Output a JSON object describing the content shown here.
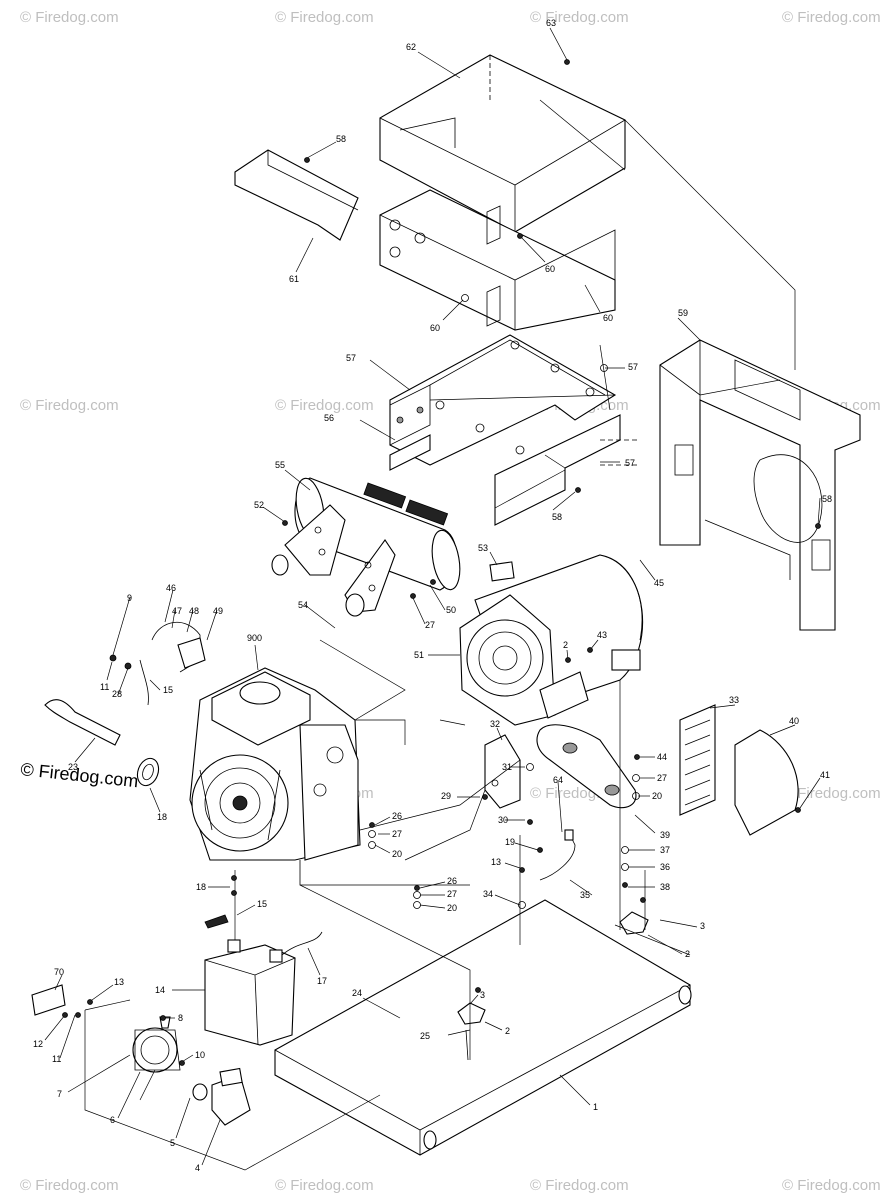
{
  "watermark": {
    "text": "© Firedog.com",
    "primary_text": "© Firedog.com"
  },
  "callouts": [
    {
      "id": "c63",
      "text": "63"
    },
    {
      "id": "c62",
      "text": "62"
    },
    {
      "id": "c58a",
      "text": "58"
    },
    {
      "id": "c61",
      "text": "61"
    },
    {
      "id": "c60a",
      "text": "60"
    },
    {
      "id": "c60b",
      "text": "60"
    },
    {
      "id": "c60c",
      "text": "60"
    },
    {
      "id": "c59",
      "text": "59"
    },
    {
      "id": "c57a",
      "text": "57"
    },
    {
      "id": "c57b",
      "text": "57"
    },
    {
      "id": "c57c",
      "text": "57"
    },
    {
      "id": "c56",
      "text": "56"
    },
    {
      "id": "c58b",
      "text": "58"
    },
    {
      "id": "c58c",
      "text": "58"
    },
    {
      "id": "c55",
      "text": "55"
    },
    {
      "id": "c52",
      "text": "52"
    },
    {
      "id": "c53",
      "text": "53"
    },
    {
      "id": "c45",
      "text": "45"
    },
    {
      "id": "c54",
      "text": "54"
    },
    {
      "id": "c50",
      "text": "50"
    },
    {
      "id": "c27a",
      "text": "27"
    },
    {
      "id": "c46",
      "text": "46"
    },
    {
      "id": "c47",
      "text": "47"
    },
    {
      "id": "c48",
      "text": "48"
    },
    {
      "id": "c49",
      "text": "49"
    },
    {
      "id": "c9",
      "text": "9"
    },
    {
      "id": "c900",
      "text": "900"
    },
    {
      "id": "c51",
      "text": "51"
    },
    {
      "id": "c2a",
      "text": "2"
    },
    {
      "id": "c43",
      "text": "43"
    },
    {
      "id": "c11a",
      "text": "11"
    },
    {
      "id": "c28",
      "text": "28"
    },
    {
      "id": "c15a",
      "text": "15"
    },
    {
      "id": "c23",
      "text": "23"
    },
    {
      "id": "c18a",
      "text": "18"
    },
    {
      "id": "c32",
      "text": "32"
    },
    {
      "id": "c33",
      "text": "33"
    },
    {
      "id": "c40",
      "text": "40"
    },
    {
      "id": "c44",
      "text": "44"
    },
    {
      "id": "c27b",
      "text": "27"
    },
    {
      "id": "c20a",
      "text": "20"
    },
    {
      "id": "c41",
      "text": "41"
    },
    {
      "id": "c29",
      "text": "29"
    },
    {
      "id": "c31",
      "text": "31"
    },
    {
      "id": "c30",
      "text": "30"
    },
    {
      "id": "c39",
      "text": "39"
    },
    {
      "id": "c26a",
      "text": "26"
    },
    {
      "id": "c27c",
      "text": "27"
    },
    {
      "id": "c20b",
      "text": "20"
    },
    {
      "id": "c64",
      "text": "64"
    },
    {
      "id": "c19",
      "text": "19"
    },
    {
      "id": "c37",
      "text": "37"
    },
    {
      "id": "c36",
      "text": "36"
    },
    {
      "id": "c13a",
      "text": "13"
    },
    {
      "id": "c38",
      "text": "38"
    },
    {
      "id": "c35",
      "text": "35"
    },
    {
      "id": "c26b",
      "text": "26"
    },
    {
      "id": "c27d",
      "text": "27"
    },
    {
      "id": "c20c",
      "text": "20"
    },
    {
      "id": "c34",
      "text": "34"
    },
    {
      "id": "c18b",
      "text": "18"
    },
    {
      "id": "c15b",
      "text": "15"
    },
    {
      "id": "c3a",
      "text": "3"
    },
    {
      "id": "c2b",
      "text": "2"
    },
    {
      "id": "c17",
      "text": "17"
    },
    {
      "id": "c24",
      "text": "24"
    },
    {
      "id": "c14",
      "text": "14"
    },
    {
      "id": "c70",
      "text": "70"
    },
    {
      "id": "c13b",
      "text": "13"
    },
    {
      "id": "c3b",
      "text": "3"
    },
    {
      "id": "c8",
      "text": "8"
    },
    {
      "id": "c2c",
      "text": "2"
    },
    {
      "id": "c12",
      "text": "12"
    },
    {
      "id": "c25",
      "text": "25"
    },
    {
      "id": "c11b",
      "text": "11"
    },
    {
      "id": "c10",
      "text": "10"
    },
    {
      "id": "c7",
      "text": "7"
    },
    {
      "id": "c6",
      "text": "6"
    },
    {
      "id": "c1",
      "text": "1"
    },
    {
      "id": "c5",
      "text": "5"
    },
    {
      "id": "c4",
      "text": "4"
    }
  ]
}
